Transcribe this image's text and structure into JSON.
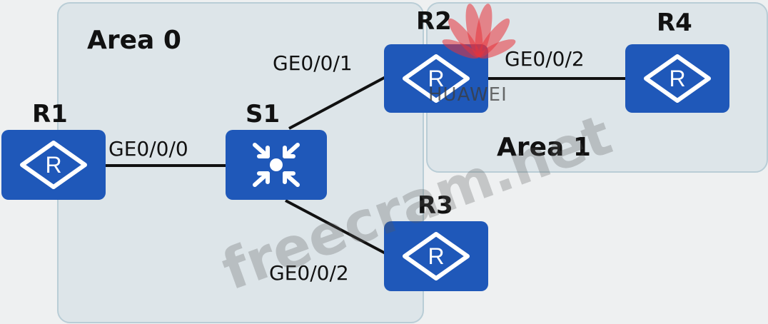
{
  "areas": {
    "area0": {
      "label": "Area 0"
    },
    "area1": {
      "label": "Area 1"
    }
  },
  "nodes": {
    "r1": {
      "name": "R1",
      "icon": "router-icon"
    },
    "s1": {
      "name": "S1",
      "icon": "switch-icon"
    },
    "r2": {
      "name": "R2",
      "icon": "router-icon"
    },
    "r3": {
      "name": "R3",
      "icon": "router-icon"
    },
    "r4": {
      "name": "R4",
      "icon": "router-icon"
    }
  },
  "ports": {
    "r1_s1": "GE0/0/0",
    "s1_r2": "GE0/0/1",
    "r2_r4": "GE0/0/2",
    "s1_r3": "GE0/0/2"
  },
  "watermark": {
    "brand": "HUAWEI",
    "site": "freecram.net"
  },
  "colors": {
    "device": "#1f58b9",
    "area_fill": "#dde5e9",
    "area_border": "#b9cdd6",
    "brand_red": "#e8333a"
  }
}
